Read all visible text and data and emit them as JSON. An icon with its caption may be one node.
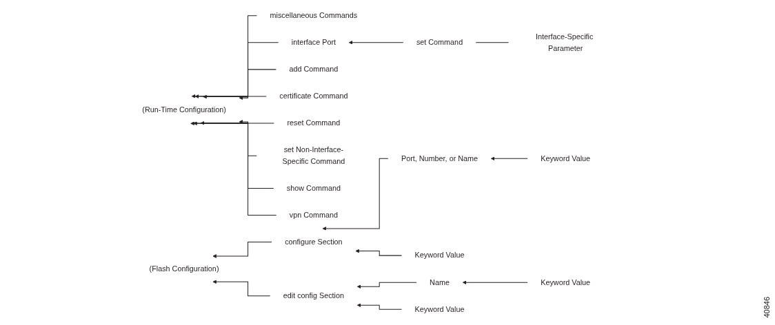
{
  "diagram": {
    "nodes": [
      {
        "text": [
          "(Run-Time Configuration)"
        ]
      },
      {
        "text": [
          "miscellaneous Commands"
        ]
      },
      {
        "text": [
          "interface Port"
        ]
      },
      {
        "text": [
          "set Command"
        ]
      },
      {
        "text": [
          "Interface-Specific Parameter"
        ]
      },
      {
        "text": [
          "add Command"
        ]
      },
      {
        "text": [
          "certificate Command"
        ]
      },
      {
        "text": [
          "reset Command"
        ]
      },
      {
        "text": [
          "set Non-Interface-Specific Command"
        ]
      },
      {
        "text": [
          "show Command"
        ]
      },
      {
        "text": [
          "vpn Command"
        ]
      },
      {
        "text": [
          "(Flash Configuration)"
        ]
      },
      {
        "text": [
          "configure Section"
        ]
      },
      {
        "text": [
          "Port, Number, or Name"
        ]
      },
      {
        "text": [
          "Keyword Value"
        ]
      },
      {
        "text": [
          "Keyword Value"
        ]
      },
      {
        "text": [
          "edit config Section"
        ]
      },
      {
        "text": [
          "Name"
        ]
      },
      {
        "text": [
          "Keyword Value"
        ]
      },
      {
        "text": [
          "Keyword Value"
        ]
      }
    ],
    "edges": [
      {
        "from": 1,
        "to": 0,
        "arrow": "to"
      },
      {
        "from": 2,
        "to": 0,
        "arrow": "to"
      },
      {
        "from": 5,
        "to": 0,
        "arrow": "to"
      },
      {
        "from": 6,
        "to": 0,
        "arrow": "to"
      },
      {
        "from": 7,
        "to": 0,
        "arrow": "to"
      },
      {
        "from": 8,
        "to": 0,
        "arrow": "to"
      },
      {
        "from": 9,
        "to": 0,
        "arrow": "to"
      },
      {
        "from": 10,
        "to": 0,
        "arrow": "to"
      },
      {
        "from": 3,
        "to": 2,
        "arrow": "to"
      },
      {
        "from": 4,
        "to": 3,
        "arrow": "none"
      },
      {
        "from": 12,
        "to": 11,
        "arrow": "to"
      },
      {
        "from": 16,
        "to": 11,
        "arrow": "to"
      },
      {
        "from": 13,
        "to": 12,
        "arrow": "to"
      },
      {
        "from": 15,
        "to": 12,
        "arrow": "to"
      },
      {
        "from": 14,
        "to": 13,
        "arrow": "to"
      },
      {
        "from": 17,
        "to": 16,
        "arrow": "to"
      },
      {
        "from": 19,
        "to": 16,
        "arrow": "to"
      },
      {
        "from": 18,
        "to": 17,
        "arrow": "to"
      }
    ],
    "labels": [
      "40846"
    ]
  }
}
